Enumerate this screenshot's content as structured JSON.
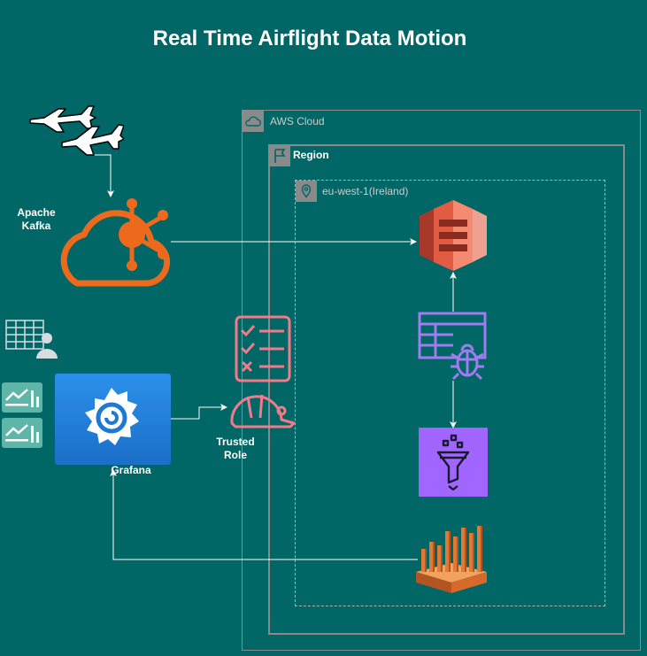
{
  "title": "Real Time Airflight Data Motion",
  "groups": {
    "aws_cloud": "AWS Cloud",
    "region": "Region",
    "availability": "eu-west-1(Ireland)"
  },
  "nodes": {
    "kafka_line1": "Apache",
    "kafka_line2": "Kafka",
    "grafana": "Grafana",
    "trusted_line1": "Trusted",
    "trusted_line2": "Role"
  },
  "colors": {
    "background": "#006666",
    "kafka": "#ed6a1c",
    "s3": "#f0836e",
    "glue": "#a07cf0",
    "glue_tile": "#a166ff",
    "iam": "#f27a8a",
    "grafana_top": "#2c90ea",
    "grafana_bottom": "#1b6fc7",
    "kinesis": "#e07a35"
  },
  "icons": [
    "airplanes-icon",
    "kafka-cloud-icon",
    "user-table-icon",
    "chart-widget-icon",
    "grafana-icon",
    "checklist-icon",
    "helmet-icon",
    "s3-bucket-icon",
    "glue-crawler-icon",
    "glue-funnel-icon",
    "kinesis-analytics-icon"
  ]
}
